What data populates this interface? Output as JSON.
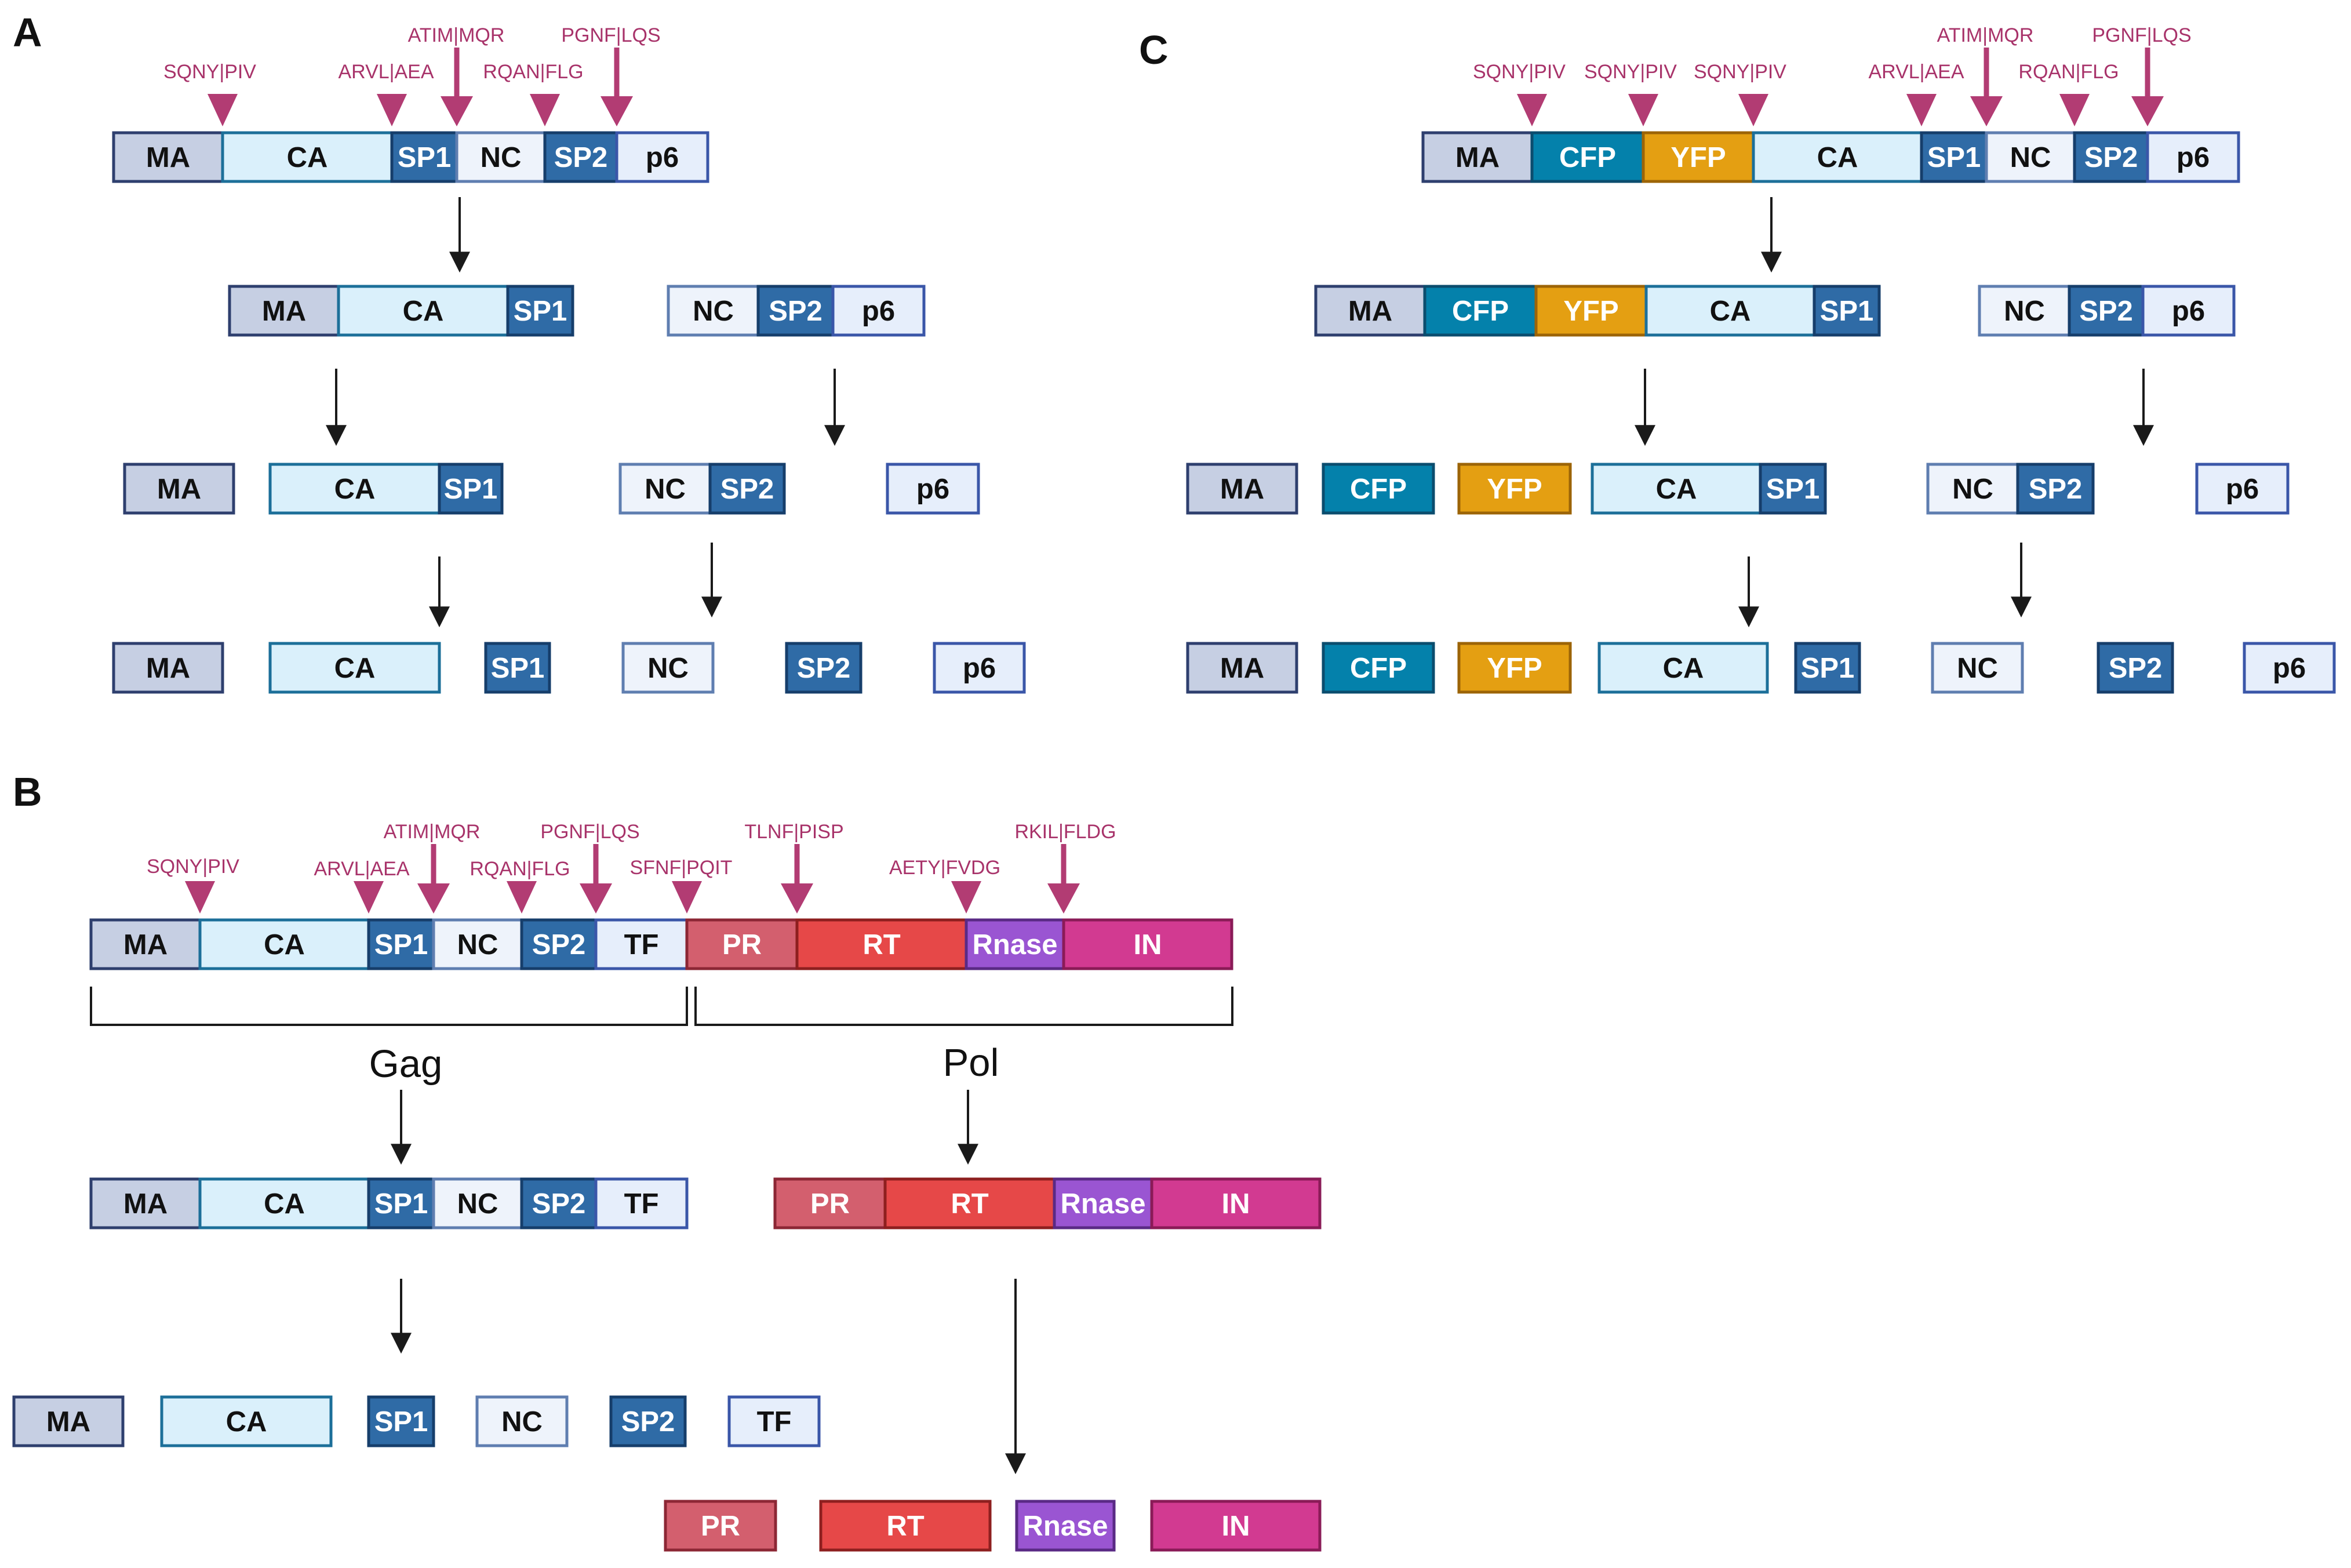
{
  "colors": {
    "MA": {
      "fill": "#c6cfe3",
      "stroke": "#2e3f6e",
      "text": "#111111"
    },
    "CA": {
      "fill": "#daf0fb",
      "stroke": "#1c6f99",
      "text": "#111111"
    },
    "SP1": {
      "fill": "#2f6ba6",
      "stroke": "#163e6b",
      "text": "#ffffff"
    },
    "SP2": {
      "fill": "#2f6ba6",
      "stroke": "#163e6b",
      "text": "#ffffff"
    },
    "NC": {
      "fill": "#eef3fb",
      "stroke": "#5f7eb0",
      "text": "#111111"
    },
    "p6": {
      "fill": "#e6eefb",
      "stroke": "#3a56a8",
      "text": "#111111"
    },
    "TF": {
      "fill": "#e6eefb",
      "stroke": "#3a56a8",
      "text": "#111111"
    },
    "CFP": {
      "fill": "#0481ab",
      "stroke": "#0b4d6e",
      "text": "#ffffff"
    },
    "YFP": {
      "fill": "#e49f12",
      "stroke": "#9c6407",
      "text": "#ffffff"
    },
    "PR": {
      "fill": "#d35f6e",
      "stroke": "#8c2735",
      "text": "#ffffff"
    },
    "RT": {
      "fill": "#e64848",
      "stroke": "#8e1f1f",
      "text": "#ffffff"
    },
    "Rnase": {
      "fill": "#9a55d2",
      "stroke": "#5a2a85",
      "text": "#ffffff"
    },
    "IN": {
      "fill": "#d23a91",
      "stroke": "#8a1b57",
      "text": "#ffffff"
    },
    "site": "#b23c73",
    "arrow": "#1a1a1a",
    "bracket": "#1a1a1a"
  },
  "panels": {
    "A": {
      "label": "A"
    },
    "B": {
      "label": "B",
      "gag_label": "Gag",
      "pol_label": "Pol"
    },
    "C": {
      "label": "C"
    }
  },
  "proteins": {
    "MA": "MA",
    "CA": "CA",
    "SP1": "SP1",
    "NC": "NC",
    "SP2": "SP2",
    "p6": "p6",
    "TF": "TF",
    "CFP": "CFP",
    "YFP": "YFP",
    "PR": "PR",
    "RT": "RT",
    "Rnase": "Rnase",
    "IN": "IN"
  },
  "cleavage_sites": {
    "sqny": "SQNY|PIV",
    "arvl": "ARVL|AEA",
    "atim": "ATIM|MQR",
    "rqan": "RQAN|FLG",
    "pgnf": "PGNF|LQS",
    "sfnf": "SFNF|PQIT",
    "tlnf": "TLNF|PISP",
    "aety": "AETY|FVDG",
    "rkil": "RKIL|FLDG"
  }
}
